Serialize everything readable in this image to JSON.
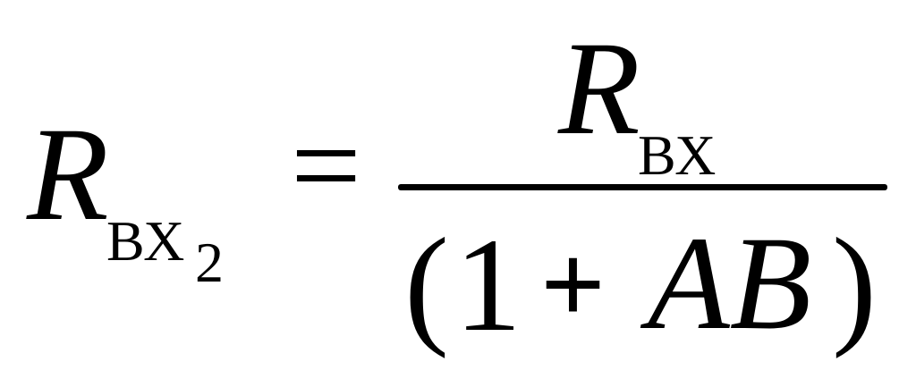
{
  "formula": {
    "lhs": {
      "symbol": "R",
      "subscript": "ВХ",
      "subscript_index": "2"
    },
    "equals": "=",
    "numerator": {
      "symbol": "R",
      "subscript": "ВХ"
    },
    "denominator": {
      "open_paren": "(",
      "one": "1",
      "plus": "+",
      "variables": "AB",
      "close_paren": ")"
    }
  }
}
